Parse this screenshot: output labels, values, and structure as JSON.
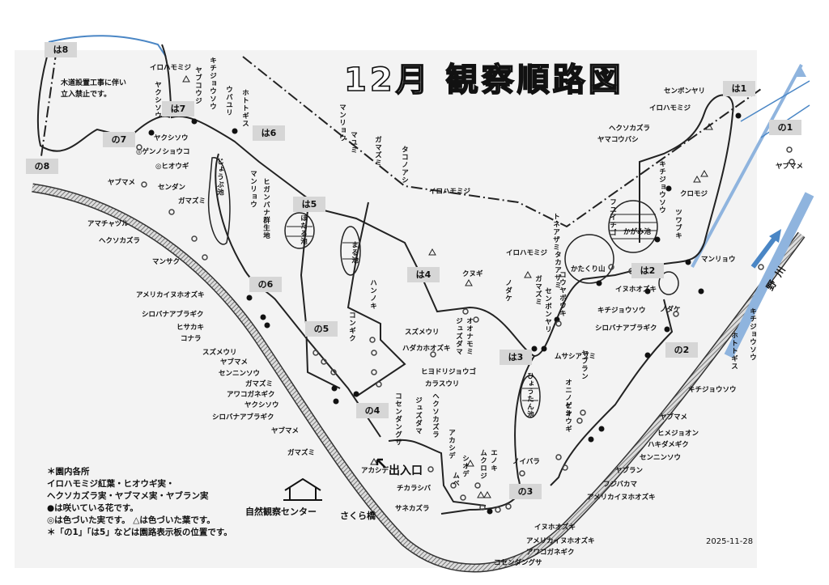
{
  "title": "12月 観察順路図",
  "notice": [
    "木道設置工事に伴い",
    "立入禁止です。"
  ],
  "entrance": "出入口",
  "nature_center": "自然観察センター",
  "bridge": "さくら橋",
  "river": "野川",
  "date": "2025-11-28",
  "legend": [
    "＊園内各所",
    "イロハモミジ紅葉・ヒオウギ実・",
    "ヘクソカズラ実・ヤブマメ実・ヤブラン実",
    "●は咲いている花です。",
    "◎は色づいた実です。 △は色づいた葉です。",
    "＊「の1」「は5」などは園路表示板の位置です。"
  ],
  "signs": [
    "は8",
    "は7",
    "は6",
    "は5",
    "は4",
    "は3",
    "は2",
    "は1",
    "の1",
    "の2",
    "の3",
    "の4",
    "の5",
    "の6",
    "の7",
    "の8"
  ],
  "labels": [
    "イロハモミジ",
    "ヤクシソウ",
    "◎ゲンノショウコ",
    "◎ヒオウギ",
    "ヤブマメ",
    "センダン",
    "ガマズミ",
    "アマチャヅル",
    "ヘクソカズラ",
    "マンサク",
    "アメリカイヌホオズキ",
    "シロバナアブラギク",
    "ヒサカキ",
    "コナラ",
    "スズメウリ",
    "ヤブマメ",
    "センニンソウ",
    "ガマズミ",
    "アワコガネギク",
    "ヤクシソウ",
    "シロバナアブラギク",
    "ヤブマメ",
    "ガマズミ",
    "スズメウリ",
    "ハダカホオズキ",
    "ヒヨドリジョウゴ",
    "カラスウリ",
    "アカシデ",
    "チカラシバ",
    "サネカズラ",
    "ノイバラ",
    "センボンヤリ",
    "イロハモミジ",
    "ヘクソカズラ",
    "ヤマコウバシ",
    "クロモジ",
    "マンリョウ",
    "かがみ池",
    "かたくり山",
    "イロハモミジ",
    "クヌギ",
    "イヌホオズキ",
    "キチジョウソウ",
    "ノダケ",
    "シロバナアブラギク",
    "ムサシアブミ",
    "キチジョウソウ",
    "ヤブマメ",
    "ヒメジョオン",
    "ハキダメギク",
    "センニンソウ",
    "ヤブラン",
    "フジバカマ",
    "アメリカイヌホオズキ",
    "イヌホオズキ",
    "アメリカイヌホオズキ",
    "アワコガネギク",
    "コセンダングサ",
    "ヤブマメ",
    "イロハモミジ"
  ],
  "vlabels": [
    "キチジョウソウ",
    "ヤブコウジ",
    "ヤクシソウ",
    "ウバユリ",
    "ホトトギス",
    "マンリョウ",
    "マユミ",
    "ガマズミ",
    "タコノアシ",
    "マンリョウ",
    "ヒガンバナ群生地",
    "じょうぶ池",
    "ほたる池",
    "まる池",
    "ハンノキ",
    "コンギク",
    "ジュズダマ",
    "オオナモミ",
    "コセンダングサ",
    "ジュズダマ",
    "ヘクソカズラ",
    "アカシデ",
    "シオデ",
    "ムベ",
    "ムクロジ",
    "エノキ",
    "ひょうたん池",
    "オニノゲシ",
    "ヤブラン",
    "ヒオウギ",
    "ノダケ",
    "ガマズミ",
    "センボンヤリ",
    "コウヤボウキ",
    "タカアザミ",
    "トネアザミ",
    "フユイチゴ",
    "キチジョウソウ",
    "ツワブキ",
    "キチジョウソウ",
    "ホトトギス"
  ],
  "colors": {
    "paper": "#f3f3f3",
    "sign": "#d6d6d6",
    "river": "#8fb4de",
    "route_blue": "#4a86c5"
  }
}
